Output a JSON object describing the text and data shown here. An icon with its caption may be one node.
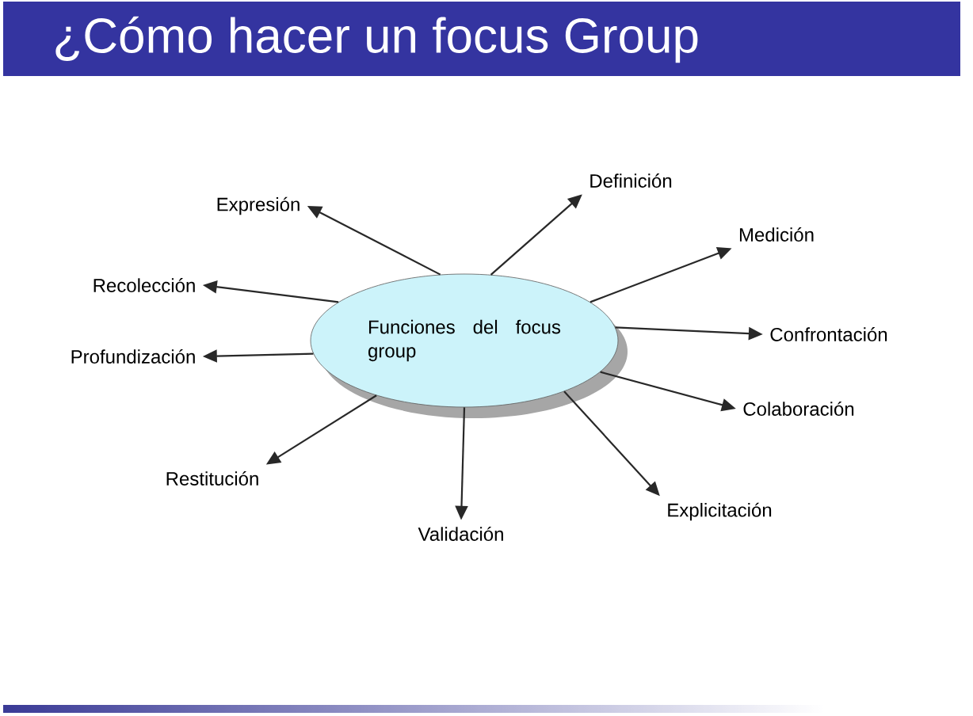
{
  "diagram": {
    "title": "¿Cómo hacer un focus Group",
    "nodes": [
      {
        "text": [
          "Funciones del focus group"
        ]
      },
      {
        "text": [
          "Definición"
        ]
      },
      {
        "text": [
          "Expresión"
        ]
      },
      {
        "text": [
          "Medición"
        ]
      },
      {
        "text": [
          "Recolección"
        ]
      },
      {
        "text": [
          "Confrontación"
        ]
      },
      {
        "text": [
          "Profundización"
        ]
      },
      {
        "text": [
          "Colaboración"
        ]
      },
      {
        "text": [
          "Restitución"
        ]
      },
      {
        "text": [
          "Explicitación"
        ]
      },
      {
        "text": [
          "Validación"
        ]
      }
    ],
    "edges": [
      {
        "from": 0,
        "to": 1,
        "arrow": "to"
      },
      {
        "from": 0,
        "to": 2,
        "arrow": "to"
      },
      {
        "from": 0,
        "to": 3,
        "arrow": "to"
      },
      {
        "from": 0,
        "to": 4,
        "arrow": "to"
      },
      {
        "from": 0,
        "to": 5,
        "arrow": "to"
      },
      {
        "from": 0,
        "to": 6,
        "arrow": "to"
      },
      {
        "from": 0,
        "to": 7,
        "arrow": "to"
      },
      {
        "from": 0,
        "to": 8,
        "arrow": "to"
      },
      {
        "from": 0,
        "to": 9,
        "arrow": "to"
      },
      {
        "from": 0,
        "to": 10,
        "arrow": "to"
      }
    ]
  }
}
